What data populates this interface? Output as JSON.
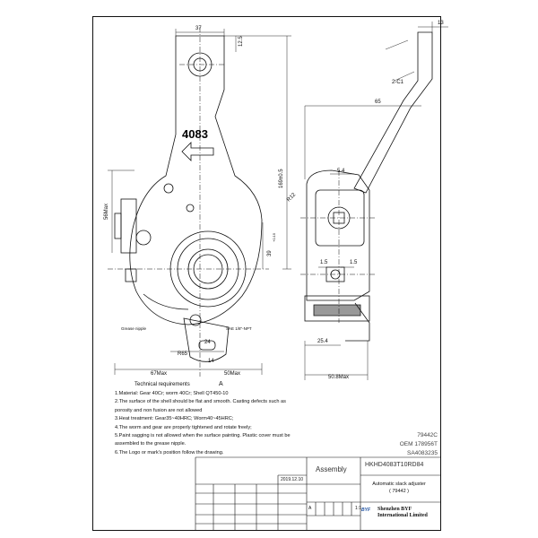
{
  "drawing": {
    "part_mark": "4083",
    "dims": {
      "top_width": "37",
      "top_offset": "12.5",
      "height_main": "169±0.5",
      "left_height": "56Max",
      "center_offset": "39",
      "tol_upper": "+0.15",
      "tol_lower": "-0.15",
      "radius": "R65",
      "spline_small": "24",
      "spline_bottom": "14",
      "bottom_left": "67Max",
      "bottom_right": "50Max",
      "side_top": "13",
      "side_width": "65",
      "side_small": "5.4",
      "side_r": "R12",
      "side_15a": "1.5",
      "side_15b": "1.5",
      "side_254": "25.4",
      "side_bottom": "50.8Max",
      "side_angle": "2-C1",
      "view_mark": "A"
    },
    "annotations": {
      "grease": "Grease nipple",
      "thread": "SAE 1/8\"-NPT"
    }
  },
  "technical": {
    "title": "Technical requirements",
    "lines": [
      "1.Material: Gear 40Cr; worm 40Cr; Shell QT450-10",
      "2.The surface of the shell should be flat and smooth. Casting defects such as",
      "porosity and non fusion are not allowed",
      "3.Heat treatment: Gear35~40HRC; Worm40~45HRC;",
      "4.The worm and gear are properly tightened and rotate freely;",
      "5.Paint sagging is not allowed when the surface painting. Plastic cover must be",
      "assembled to the grease nipple.",
      "6.The Logo or mark's position follow the drawing."
    ]
  },
  "refs": [
    "79442C",
    "OEM 178956T",
    "SA4083235"
  ],
  "title_block": {
    "label": "Assembly",
    "drawing_no": "HKHD4083T10RD84",
    "product": "Automatic slack adjuster",
    "product_code": "( 79442 )",
    "scale": "1:1",
    "grade": "A",
    "date": "2019.12.10",
    "company": [
      "Shenzhen BYF",
      "International Limited"
    ],
    "logo": "BYF"
  }
}
